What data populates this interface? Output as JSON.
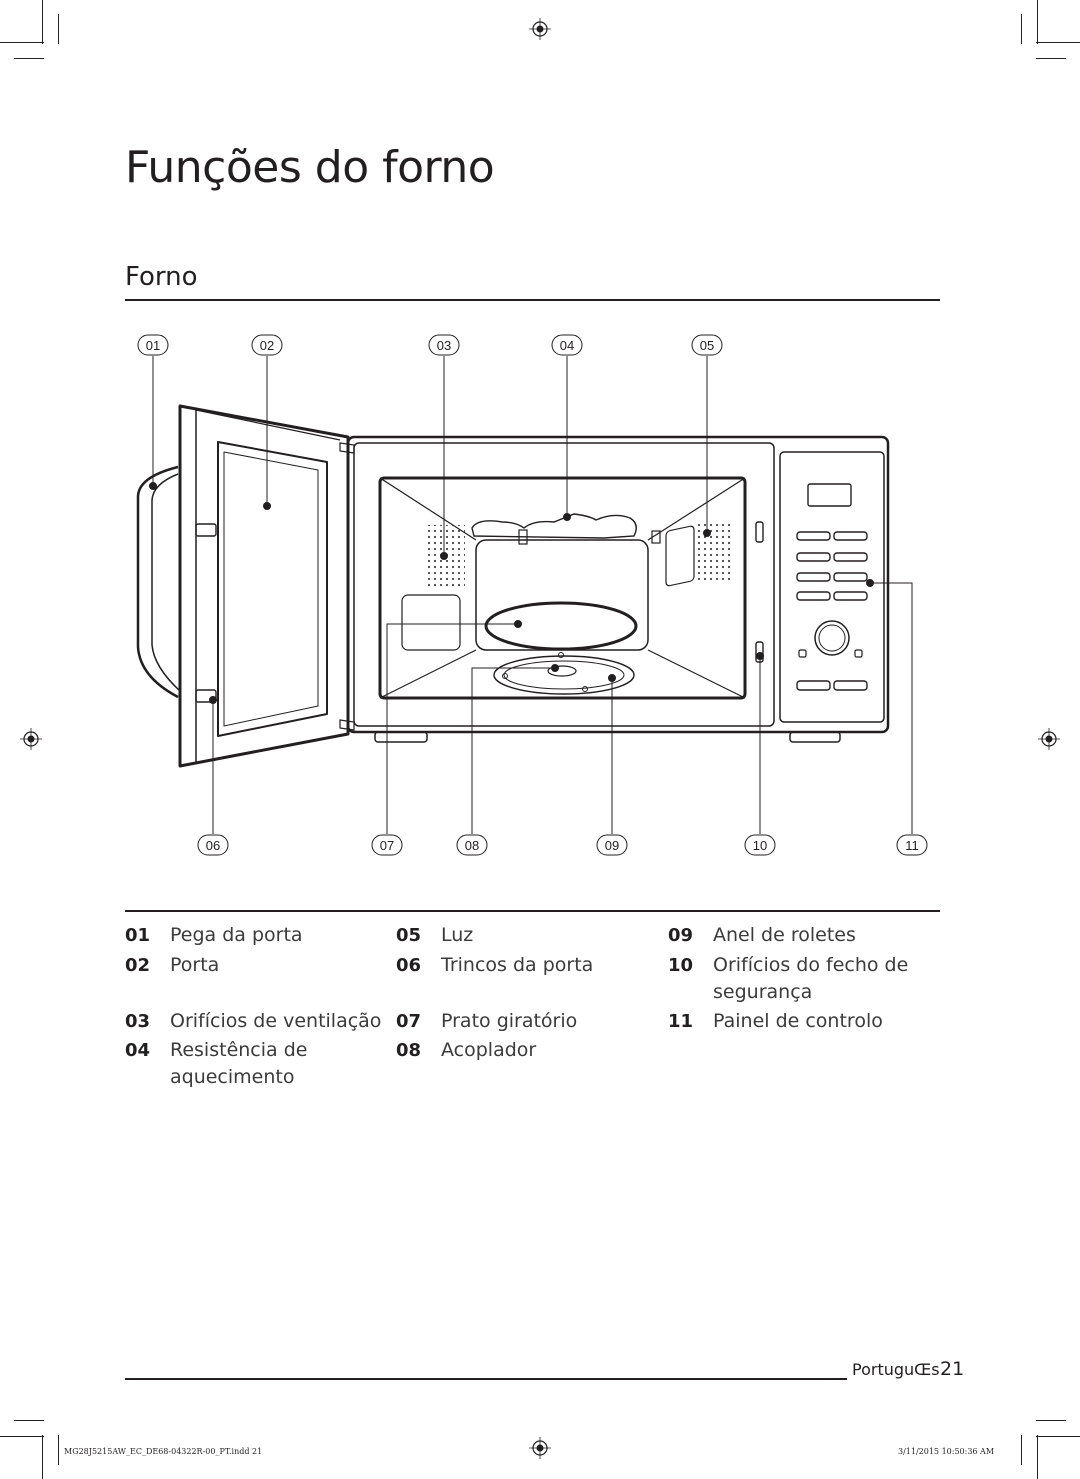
{
  "page": {
    "title": "Funções do forno",
    "section_title": "Forno"
  },
  "diagram": {
    "top_callouts": [
      "01",
      "02",
      "03",
      "04",
      "05"
    ],
    "bottom_callouts": [
      "06",
      "07",
      "08",
      "09",
      "10",
      "11"
    ]
  },
  "legend": {
    "items": [
      {
        "num": "01",
        "label": "Pega da porta"
      },
      {
        "num": "02",
        "label": "Porta"
      },
      {
        "num": "03",
        "label": "Orifícios de ventilação"
      },
      {
        "num": "04",
        "label": "Resistência de aquecimento"
      },
      {
        "num": "05",
        "label": "Luz"
      },
      {
        "num": "06",
        "label": "Trincos da porta"
      },
      {
        "num": "07",
        "label": "Prato giratório"
      },
      {
        "num": "08",
        "label": "Acoplador"
      },
      {
        "num": "09",
        "label": "Anel de roletes"
      },
      {
        "num": "10",
        "label": "Orifícios do fecho de segurança"
      },
      {
        "num": "11",
        "label": "Painel de controlo"
      }
    ]
  },
  "footer": {
    "language": "PortuguŒs",
    "page_number": "21",
    "slug_left": "MG28J5215AW_EC_DE68-04322R-00_PT.indd   21",
    "slug_right": "3/11/2015   10:50:36 AM"
  }
}
